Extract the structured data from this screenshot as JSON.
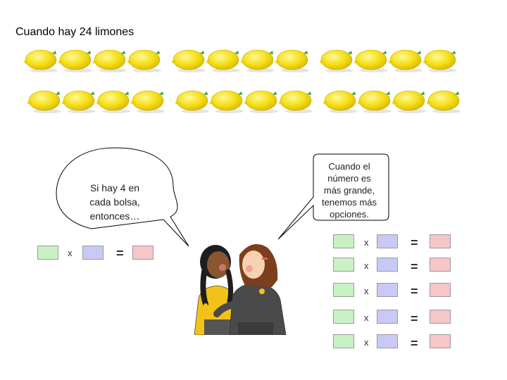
{
  "title": "Cuando hay 24 limones",
  "speech_left": {
    "lines": [
      "Si hay 4 en",
      "cada bolsa,",
      "entonces…"
    ]
  },
  "speech_right": {
    "lines": [
      "Cuando el",
      "número es",
      "más grande,",
      "tenemos más",
      "opciones."
    ]
  },
  "equation_left": {
    "times": "x",
    "equals": "="
  },
  "equation_rows": [
    {
      "times": "x",
      "equals": "="
    },
    {
      "times": "x",
      "equals": "="
    },
    {
      "times": "x",
      "equals": "="
    },
    {
      "times": "x",
      "equals": "="
    },
    {
      "times": "x",
      "equals": "="
    }
  ],
  "lemon_count": 24,
  "colors": {
    "green_box": "#c9f2c4",
    "blue_box": "#c9c9f6",
    "pink_box": "#f7c6c9",
    "lemon": "#f5e017"
  }
}
